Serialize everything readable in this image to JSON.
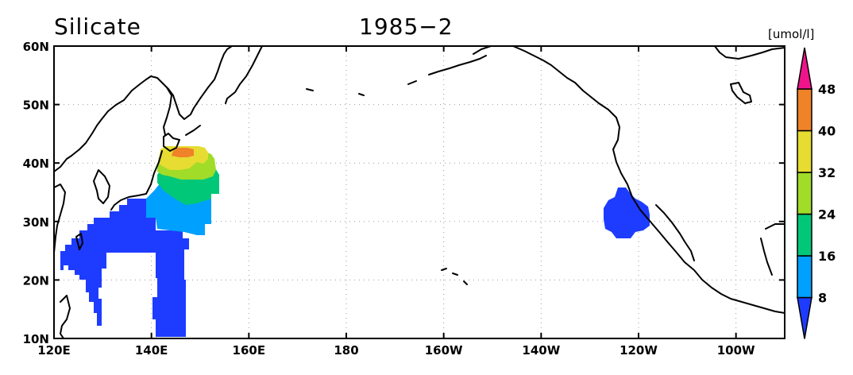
{
  "title": {
    "variable": "Silicate",
    "period": "1985−2",
    "units": "[umol/l]"
  },
  "map": {
    "lon_range": [
      120,
      270
    ],
    "lat_range": [
      10,
      60
    ],
    "x_ticks": [
      {
        "lon": 120,
        "label": "120E"
      },
      {
        "lon": 140,
        "label": "140E"
      },
      {
        "lon": 160,
        "label": "160E"
      },
      {
        "lon": 180,
        "label": "180"
      },
      {
        "lon": 200,
        "label": "160W"
      },
      {
        "lon": 220,
        "label": "140W"
      },
      {
        "lon": 240,
        "label": "120W"
      },
      {
        "lon": 260,
        "label": "100W"
      }
    ],
    "y_ticks": [
      {
        "lat": 10,
        "label": "10N"
      },
      {
        "lat": 20,
        "label": "20N"
      },
      {
        "lat": 30,
        "label": "30N"
      },
      {
        "lat": 40,
        "label": "40N"
      },
      {
        "lat": 50,
        "label": "50N"
      },
      {
        "lat": 60,
        "label": "60N"
      }
    ],
    "grid": "dotted",
    "coastline_color": "#000000"
  },
  "colorbar": {
    "levels": [
      8,
      16,
      24,
      32,
      40,
      48
    ],
    "labels": [
      "8",
      "16",
      "24",
      "32",
      "40",
      "48"
    ],
    "colors": [
      "#1e3cff",
      "#00a0ff",
      "#00c878",
      "#a0dc28",
      "#e6dc32",
      "#f08228",
      "#f0148c"
    ],
    "extend": "both"
  },
  "fields": {
    "bin_colors": {
      "b1": "#1e3cff",
      "b2": "#00a0ff",
      "b3": "#00c878",
      "b4": "#a0dc28",
      "b5": "#e6dc32",
      "b6": "#f08228"
    }
  }
}
